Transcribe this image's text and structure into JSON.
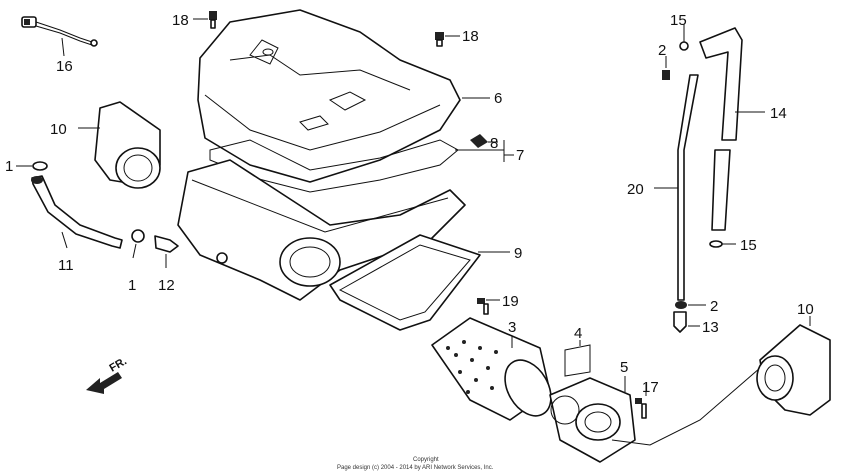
{
  "labels": {
    "l1a": "1",
    "l1b": "1",
    "l2a": "2",
    "l2b": "2",
    "l3": "3",
    "l4": "4",
    "l5": "5",
    "l6": "6",
    "l7": "7",
    "l8": "8",
    "l9": "9",
    "l10a": "10",
    "l10b": "10",
    "l11": "11",
    "l12": "12",
    "l13": "13",
    "l14": "14",
    "l15a": "15",
    "l15b": "15",
    "l16": "16",
    "l17": "17",
    "l18a": "18",
    "l18b": "18",
    "l19": "19",
    "l20": "20"
  },
  "direction": "FR.",
  "copyright": {
    "line1": "Copyright",
    "line2": "Page design (c) 2004 - 2014 by ARI Network Services, Inc."
  }
}
